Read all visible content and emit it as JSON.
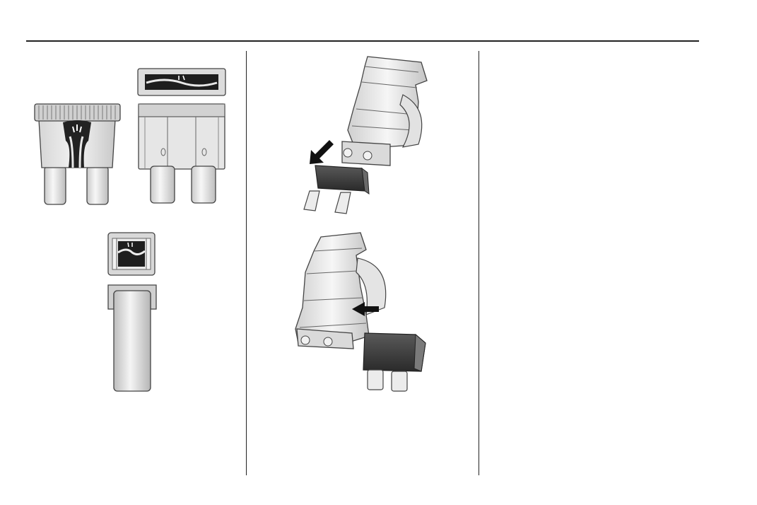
{
  "page": {
    "background": "#ffffff",
    "rule_color": "#222222"
  },
  "illustrations": {
    "left_column": [
      "fuse-regular-blown",
      "fuse-regular-side",
      "fuse-mini-blown"
    ],
    "middle_column": [
      "fuse-puller-removing-mini-fuse",
      "fuse-puller-removing-regular-fuse"
    ],
    "arrow_icon": "arrow-icon"
  },
  "right_column": {
    "text": ""
  }
}
